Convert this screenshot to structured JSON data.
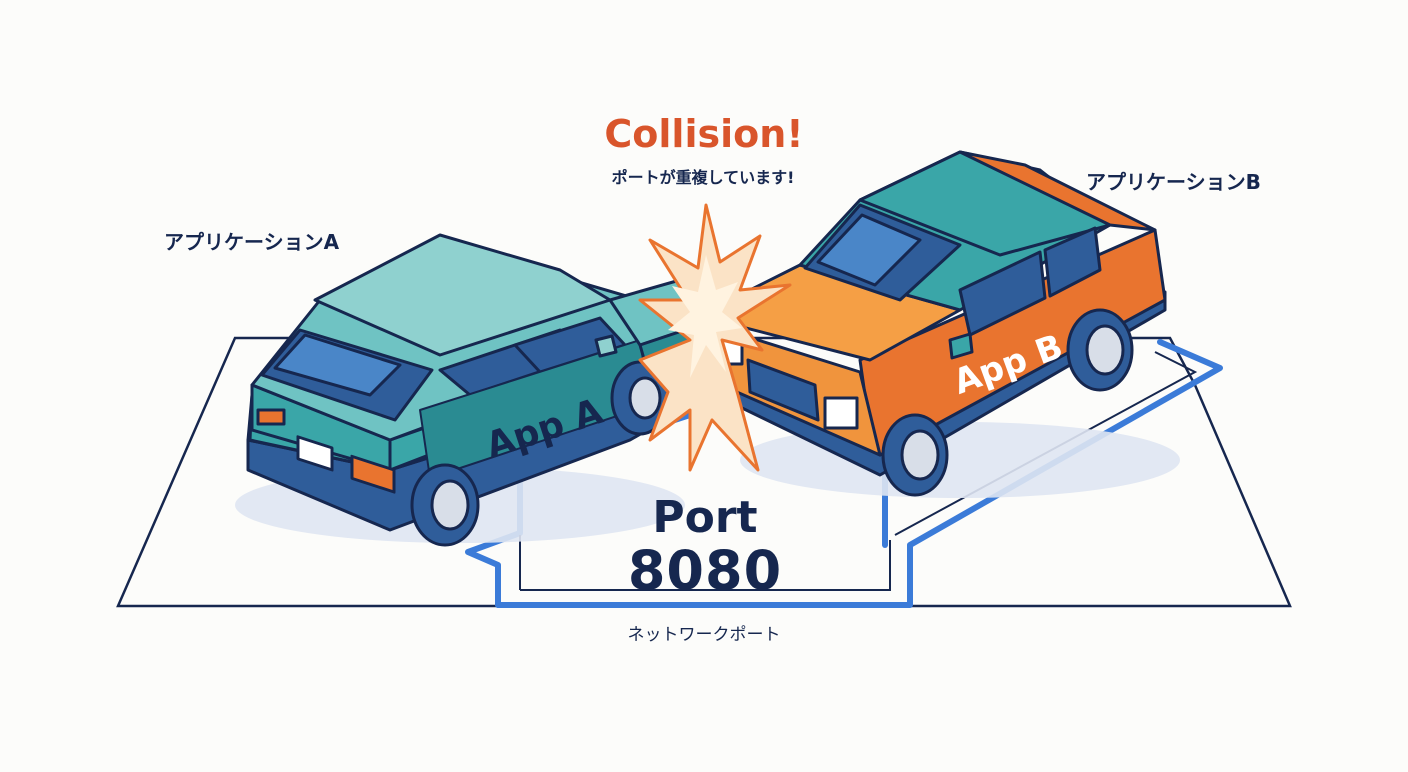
{
  "header": {
    "collision_title": "Collision!",
    "collision_subtitle": "ポートが重複しています!"
  },
  "apps": {
    "a_label": "アプリケーションA",
    "b_label": "アプリケーションB",
    "a_car_text": "App A",
    "b_car_text": "App B"
  },
  "port": {
    "line1": "Port",
    "line2": "8080",
    "caption": "ネットワークポート"
  },
  "colors": {
    "collision_red": "#d9552b",
    "navy": "#16274f",
    "car_a_teal": "#3aa6a8",
    "car_b_orange": "#e9742f",
    "port_blue": "#3b7bd8"
  }
}
